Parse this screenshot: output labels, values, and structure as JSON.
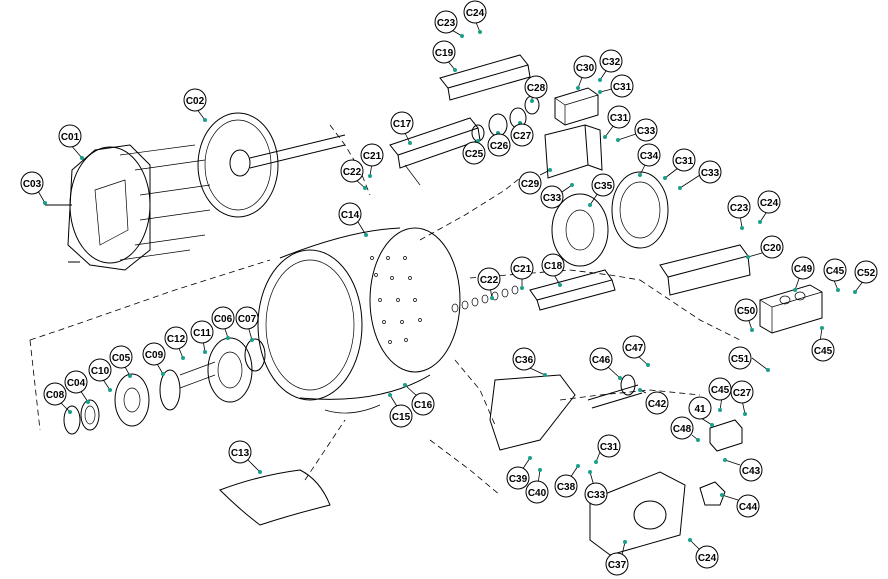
{
  "title": "",
  "colors": {
    "line": "#000000",
    "callout_leader": "#1aa08a",
    "background": "#ffffff"
  },
  "callouts": {
    "C01": "C01",
    "C02": "C02",
    "C03": "C03",
    "C04": "C04",
    "C05": "C05",
    "C06": "C06",
    "C07": "C07",
    "C08": "C08",
    "C09": "C09",
    "C10": "C10",
    "C11": "C11",
    "C12": "C12",
    "C13": "C13",
    "C14": "C14",
    "C15": "C15",
    "C16": "C16",
    "C17": "C17",
    "C18": "C18",
    "C19": "C19",
    "C20": "C20",
    "C21a": "C21",
    "C21b": "C21",
    "C22a": "C22",
    "C22b": "C22",
    "C23a": "C23",
    "C23b": "C23",
    "C24a": "C24",
    "C24b": "C24",
    "C24c": "C24",
    "C25": "C25",
    "C26": "C26",
    "C27a": "C27",
    "C27b": "C27",
    "C28": "C28",
    "C29": "C29",
    "C30": "C30",
    "C31a": "C31",
    "C31b": "C31",
    "C31c": "C31",
    "C31d": "C31",
    "C32": "C32",
    "C33a": "C33",
    "C33b": "C33",
    "C33c": "C33",
    "C34": "C34",
    "C35": "C35",
    "C36": "C36",
    "C37": "C37",
    "C38": "C38",
    "C39": "C39",
    "C40": "C40",
    "C41": "41",
    "C42": "C42",
    "C43": "C43",
    "C44": "C44",
    "C45a": "C45",
    "C45b": "C45",
    "C45c": "C45",
    "C46": "C46",
    "C47": "C47",
    "C48": "C48",
    "C49": "C49",
    "C50": "C50",
    "C51": "C51",
    "C52": "C52",
    "C53": "C33"
  }
}
